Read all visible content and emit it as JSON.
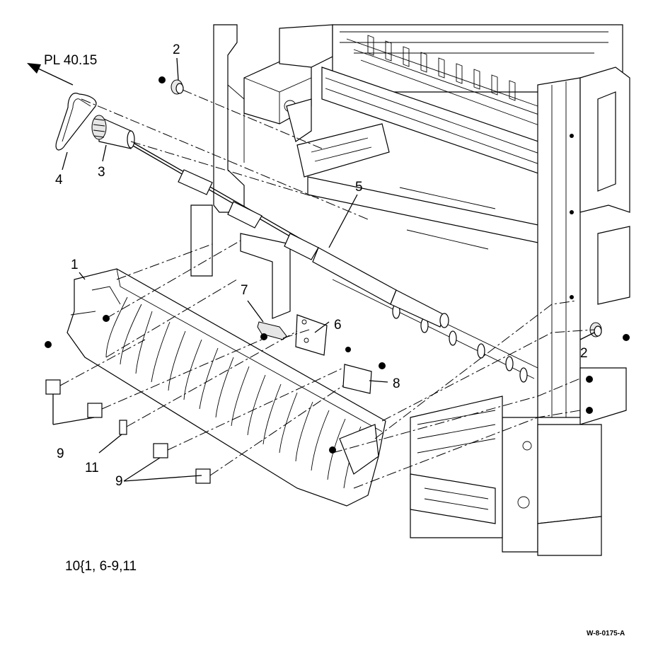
{
  "figure": {
    "reference_label": "PL 40.15",
    "callouts": {
      "c1": "1",
      "c2a": "2",
      "c2b": "2",
      "c3": "3",
      "c4": "4",
      "c5": "5",
      "c6": "6",
      "c7": "7",
      "c8": "8",
      "c9a": "9",
      "c9b": "9",
      "c11": "11"
    },
    "kit_note": "10{1, 6-9,11",
    "drawing_code": "W-8-0175-A"
  }
}
